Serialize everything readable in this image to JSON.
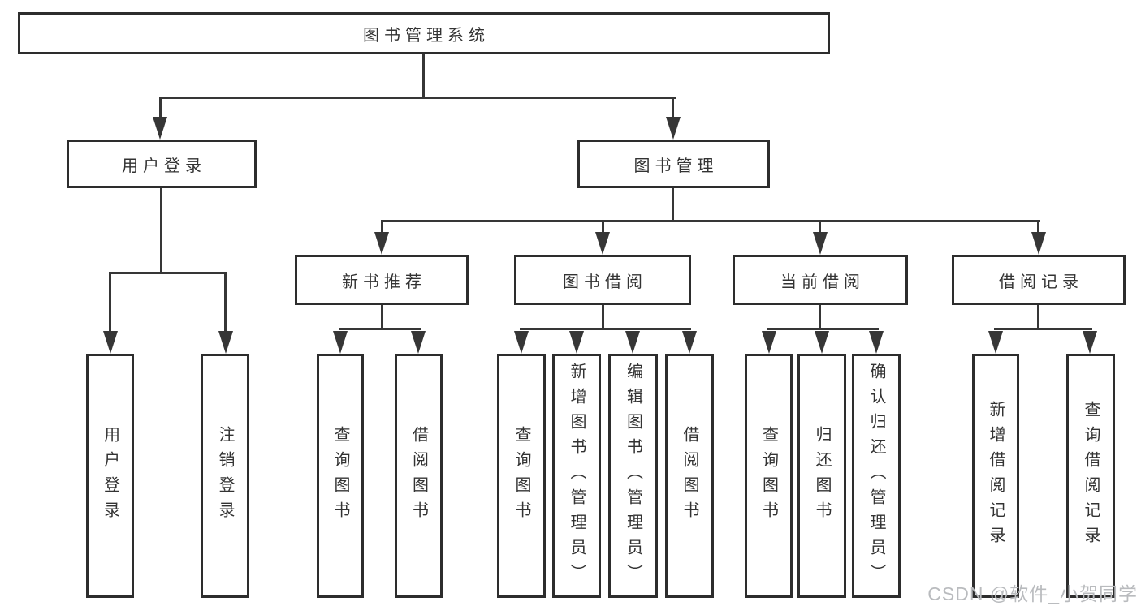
{
  "tree": {
    "label": "图书管理系统",
    "children": [
      {
        "label": "用户登录",
        "children": [
          {
            "label": "用户登录"
          },
          {
            "label": "注销登录"
          }
        ]
      },
      {
        "label": "图书管理",
        "children": [
          {
            "label": "新书推荐",
            "children": [
              {
                "label": "查询图书"
              },
              {
                "label": "借阅图书"
              }
            ]
          },
          {
            "label": "图书借阅",
            "children": [
              {
                "label": "查询图书"
              },
              {
                "label": "新增图书（管理员）"
              },
              {
                "label": "编辑图书（管理员）"
              },
              {
                "label": "借阅图书"
              }
            ]
          },
          {
            "label": "当前借阅",
            "children": [
              {
                "label": "查询图书"
              },
              {
                "label": "归还图书"
              },
              {
                "label": "确认归还（管理员）"
              }
            ]
          },
          {
            "label": "借阅记录",
            "children": [
              {
                "label": "新增借阅记录"
              },
              {
                "label": "查询借阅记录"
              }
            ]
          }
        ]
      }
    ]
  },
  "watermark": {
    "text": "CSDN @软件_小贺同学"
  },
  "colors": {
    "line": "#363636",
    "box_border": "#2d2d2d",
    "text": "#333333",
    "background": "#ffffff",
    "watermark": "#b9bbbe"
  }
}
